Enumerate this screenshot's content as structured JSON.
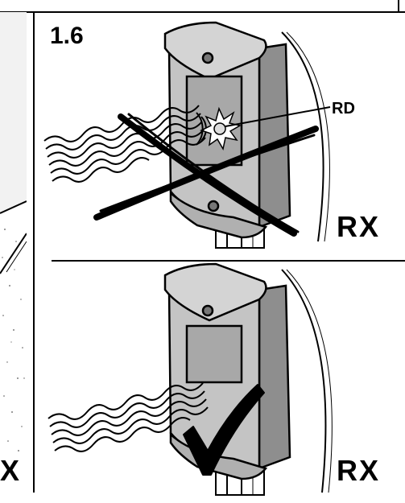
{
  "figure": {
    "number": "1.6",
    "callout_label": "RD",
    "device_label_top": "RX",
    "device_label_bottom": "RX",
    "left_fragment_label": "X"
  },
  "panels": [
    {
      "role": "incorrect",
      "mark": "cross"
    },
    {
      "role": "correct",
      "mark": "check"
    }
  ],
  "colors": {
    "ink": "#000000",
    "paper": "#ffffff",
    "device_light": "#c8c8c8",
    "device_mid": "#9a9a9a",
    "device_dark": "#6e6e6e",
    "speckle_bg": "#eeeeee"
  }
}
